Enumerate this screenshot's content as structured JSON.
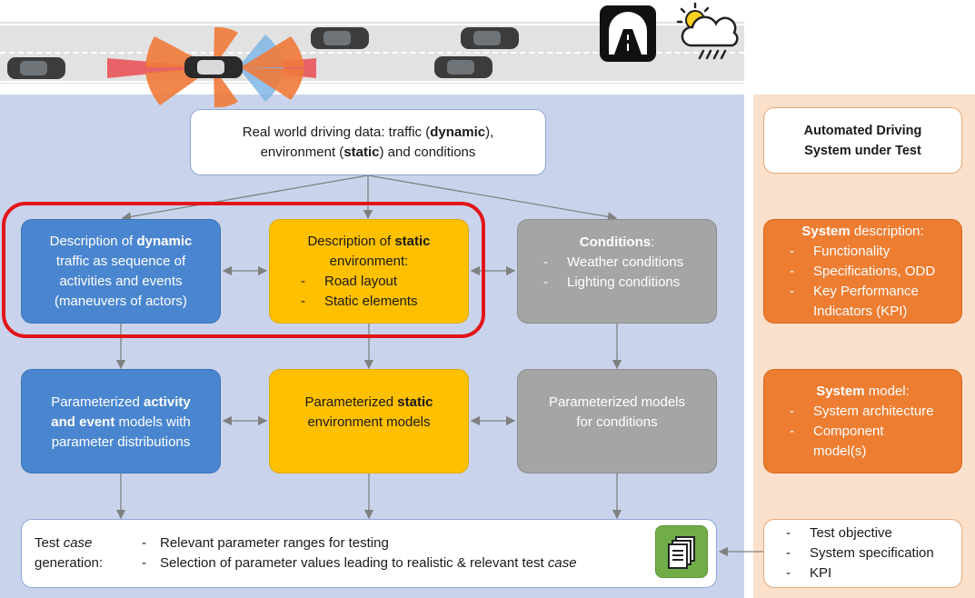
{
  "colors": {
    "blue_panel": "#c9d4ec",
    "orange_panel": "#fbe1cc",
    "blue_box": "#4a86cf",
    "yellow_box": "#ffc000",
    "gray_box": "#a5a5a5",
    "orange_box": "#ed7d31",
    "highlight_ring": "#e3151a",
    "doc_icon": "#70ad47"
  },
  "icons": {
    "tunnel": "tunnel-icon",
    "weather": "sun-cloud-rain-icon",
    "document": "document-stack-icon"
  },
  "top_box": {
    "line1_pre": "Real world driving data: traffic (",
    "line1_bold": "dynamic",
    "line1_post": "),",
    "line2_pre": "environment (",
    "line2_bold": "static",
    "line2_post": ") and conditions"
  },
  "row1": {
    "dynamic": {
      "l1_pre": "Description of ",
      "l1_bold": "dynamic",
      "l2": "traffic as sequence of",
      "l3": "activities and events",
      "l4": "(maneuvers of actors)"
    },
    "static": {
      "l1_pre": "Description of ",
      "l1_bold": "static",
      "l2": "environment:",
      "items": [
        {
          "dash": "-",
          "text": "Road layout"
        },
        {
          "dash": "-",
          "text": "Static elements"
        }
      ]
    },
    "conditions": {
      "title_bold": "Conditions",
      "title_post": ":",
      "items": [
        {
          "dash": "-",
          "text": "Weather conditions"
        },
        {
          "dash": "-",
          "text": "Lighting conditions"
        }
      ]
    }
  },
  "row2": {
    "activity": {
      "l1_pre": "Parameterized ",
      "l1_bold": "activity",
      "l2_bold": "and event",
      "l2_post": " models with",
      "l3": "parameter distributions"
    },
    "static": {
      "l1_pre": "Parameterized ",
      "l1_bold": "static",
      "l2": "environment models"
    },
    "conditions": {
      "l1": "Parameterized models",
      "l2": "for conditions"
    }
  },
  "test_case": {
    "label1_pre": "Test ",
    "label1_ital": "case",
    "label2": "generation:",
    "items": [
      {
        "dash": "-",
        "text": "Relevant parameter ranges for testing",
        "ital": ""
      },
      {
        "dash": "-",
        "text": "Selection of parameter values leading to realistic & relevant test ",
        "ital": "case"
      }
    ]
  },
  "right": {
    "sut": {
      "l1": "Automated Driving",
      "l2": "System under Test"
    },
    "sysdesc": {
      "title_bold": "System",
      "title_post": " description:",
      "items": [
        {
          "dash": "-",
          "text": "Functionality"
        },
        {
          "dash": "-",
          "text": "Specifications, ODD"
        },
        {
          "dash": "-",
          "text": "Key Performance"
        },
        {
          "dash": "",
          "text": "Indicators (KPI)"
        }
      ]
    },
    "sysmodel": {
      "title_bold": "System",
      "title_post": " model:",
      "items": [
        {
          "dash": "-",
          "text": "System architecture"
        },
        {
          "dash": "-",
          "text": "Component"
        },
        {
          "dash": "",
          "text": "model(s)"
        }
      ]
    },
    "objectives": {
      "items": [
        {
          "dash": "-",
          "text": "Test objective"
        },
        {
          "dash": "-",
          "text": "System specification"
        },
        {
          "dash": "-",
          "text": "KPI"
        }
      ]
    }
  }
}
